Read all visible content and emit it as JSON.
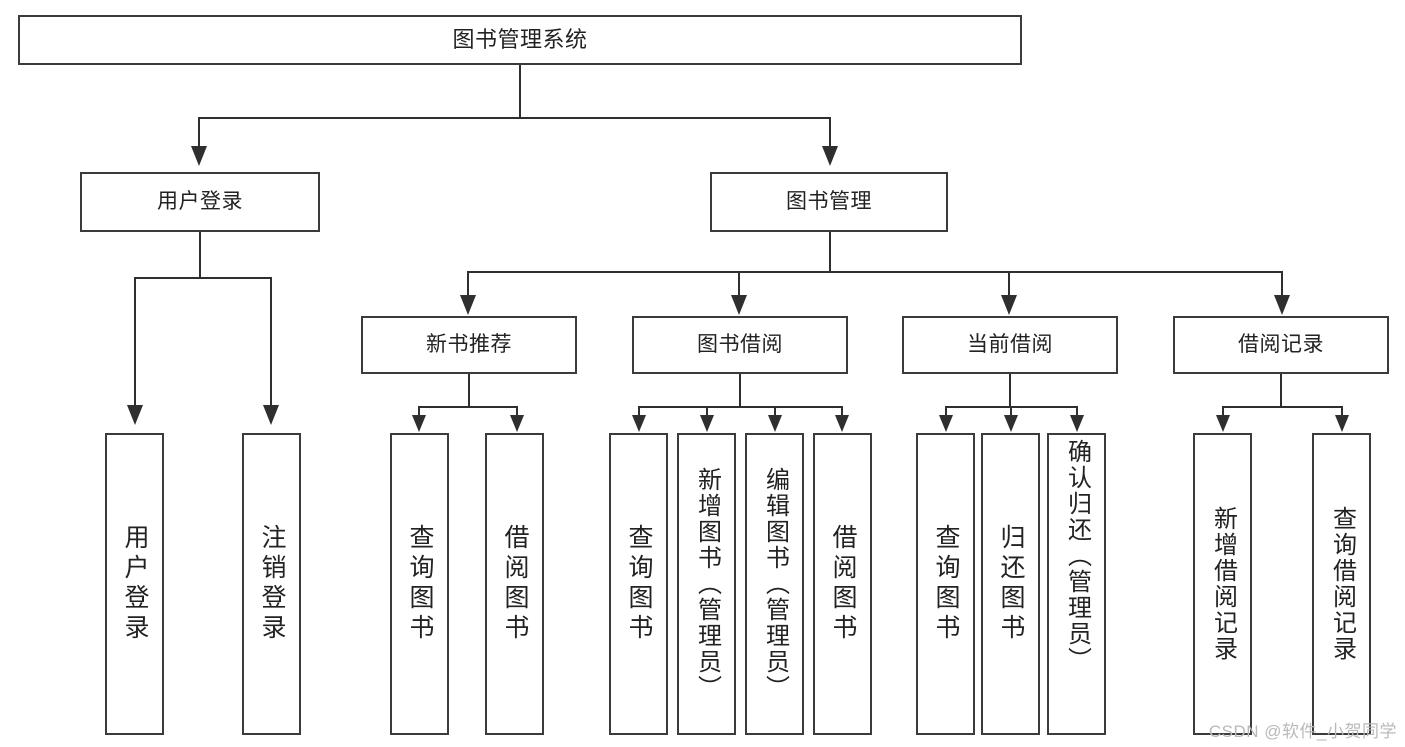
{
  "diagram": {
    "type": "tree-hierarchy",
    "title": "图书管理系统",
    "root": {
      "label": "图书管理系统"
    },
    "level2": [
      {
        "label": "用户登录"
      },
      {
        "label": "图书管理"
      }
    ],
    "level3": [
      {
        "label": "新书推荐"
      },
      {
        "label": "图书借阅"
      },
      {
        "label": "当前借阅"
      },
      {
        "label": "借阅记录"
      }
    ],
    "leaves": {
      "user_login": [
        {
          "label": "用户登录"
        },
        {
          "label": "注销登录"
        }
      ],
      "new_book_recommend": [
        {
          "label": "查询图书"
        },
        {
          "label": "借阅图书"
        }
      ],
      "book_borrow": [
        {
          "label": "查询图书"
        },
        {
          "label": "新增图书（管理员）"
        },
        {
          "label": "编辑图书（管理员）"
        },
        {
          "label": "借阅图书"
        }
      ],
      "current_borrow": [
        {
          "label": "查询图书"
        },
        {
          "label": "归还图书"
        },
        {
          "label": "确认归还（管理员）"
        }
      ],
      "borrow_record": [
        {
          "label": "新增借阅记录"
        },
        {
          "label": "查询借阅记录"
        }
      ]
    }
  },
  "watermark": {
    "text": "CSDN @软件_小贺同学"
  },
  "colors": {
    "box_border": "#3b3b3b",
    "connector": "#2f2f2f",
    "background": "#ffffff",
    "text": "#222222",
    "watermark": "#b9b9b9"
  }
}
